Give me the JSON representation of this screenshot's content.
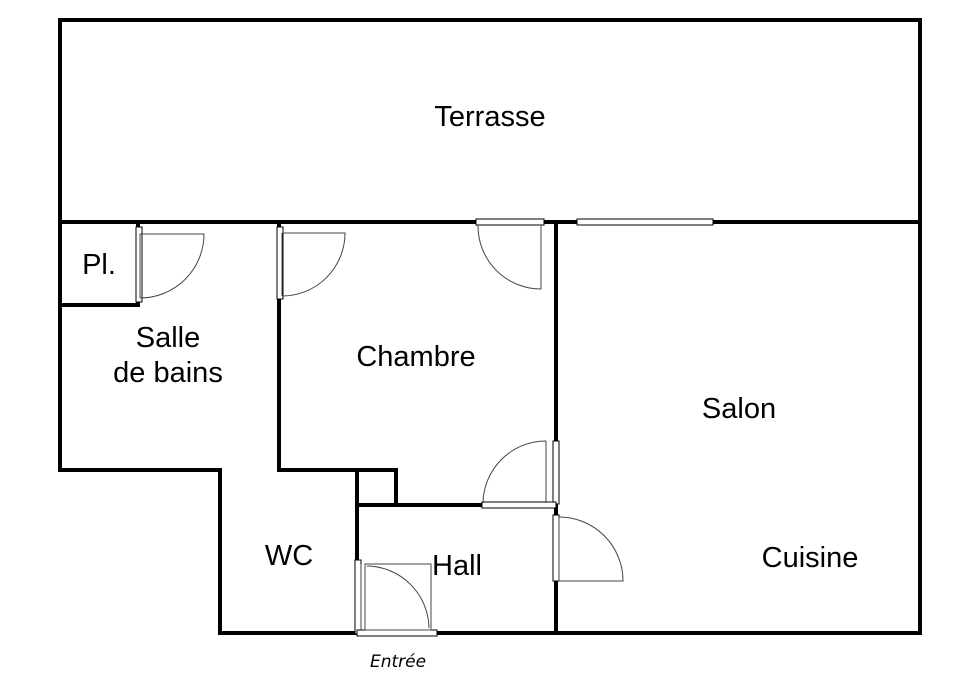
{
  "rooms": {
    "terrasse": "Terrasse",
    "placard": "Pl.",
    "salle_de_bains_line1": "Salle",
    "salle_de_bains_line2": "de bains",
    "chambre": "Chambre",
    "salon": "Salon",
    "cuisine": "Cuisine",
    "wc": "WC",
    "hall": "Hall"
  },
  "entrance": {
    "label": "Entrée"
  }
}
